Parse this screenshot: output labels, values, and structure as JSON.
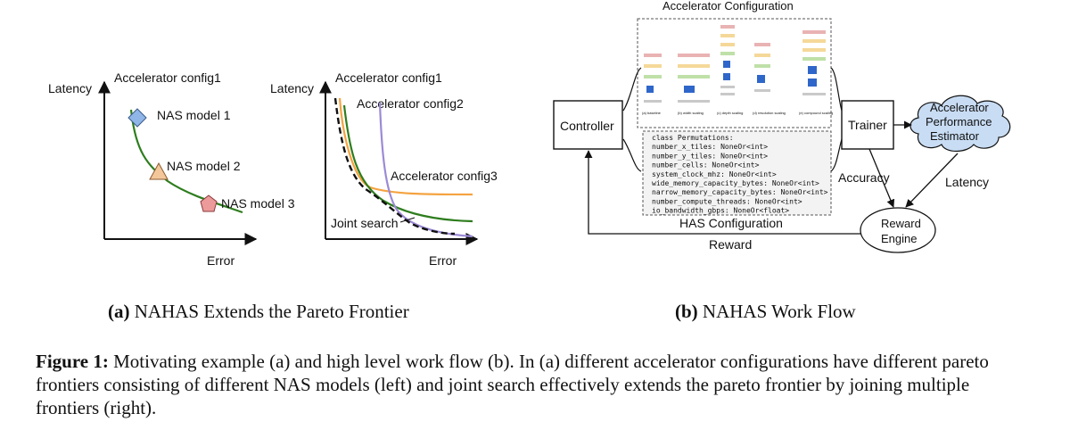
{
  "panel_a": {
    "left": {
      "y_label": "Latency",
      "x_label": "Error",
      "title": "Accelerator config1",
      "markers": [
        "NAS model 1",
        "NAS model 2",
        "NAS model 3"
      ]
    },
    "right": {
      "y_label": "Latency",
      "x_label": "Error",
      "curve_labels": [
        "Accelerator config1",
        "Accelerator config2",
        "Accelerator config3"
      ],
      "joint_label": "Joint search"
    },
    "colors": {
      "config1": "#2e7d1e",
      "config2": "#9c8ad6",
      "config3": "#f4a340",
      "joint": "#111111",
      "diamond": "#8fb6e6",
      "triangle": "#f3c79a",
      "pentagon": "#ec9a9a"
    }
  },
  "panel_b": {
    "accel_config_title": "Accelerator Configuration",
    "controller": "Controller",
    "trainer": "Trainer",
    "estimator_lines": [
      "Accelerator",
      "Performance",
      "Estimator"
    ],
    "reward_engine_lines": [
      "Reward",
      "Engine"
    ],
    "has_config": "HAS Configuration",
    "reward": "Reward",
    "accuracy": "Accuracy",
    "latency": "Latency",
    "code_lines": [
      "class Permutations:",
      "  number_x_tiles: NoneOr<int>",
      "  number_y_tiles: NoneOr<int>",
      "  number_cells: NoneOr<int>",
      "  system_clock_mhz: NoneOr<int>",
      "  wide_memory_capacity_bytes: NoneOr<int>",
      "  narrow_memory_capacity_bytes: NoneOr<int>",
      "  number_compute_threads: NoneOr<int>",
      "  io_bandwidth_gbps: NoneOr<float>"
    ],
    "cloud_color": "#c8dcf3",
    "scaling_labels": [
      "(a) baseline",
      "(b) width scaling",
      "(c) depth scaling",
      "(d) resolution scaling",
      "(e) compound scaling"
    ]
  },
  "captions": {
    "a_label": "(a)",
    "a_text": " NAHAS Extends the Pareto Frontier",
    "b_label": "(b)",
    "b_text": " NAHAS Work Flow",
    "figure_label": "Figure 1:",
    "figure_text": " Motivating example (a) and high level work flow (b).  In (a) different accelerator configurations have different pareto frontiers consisting of different NAS models (left) and joint search effectively extends the pareto frontier by joining multiple frontiers (right)."
  }
}
